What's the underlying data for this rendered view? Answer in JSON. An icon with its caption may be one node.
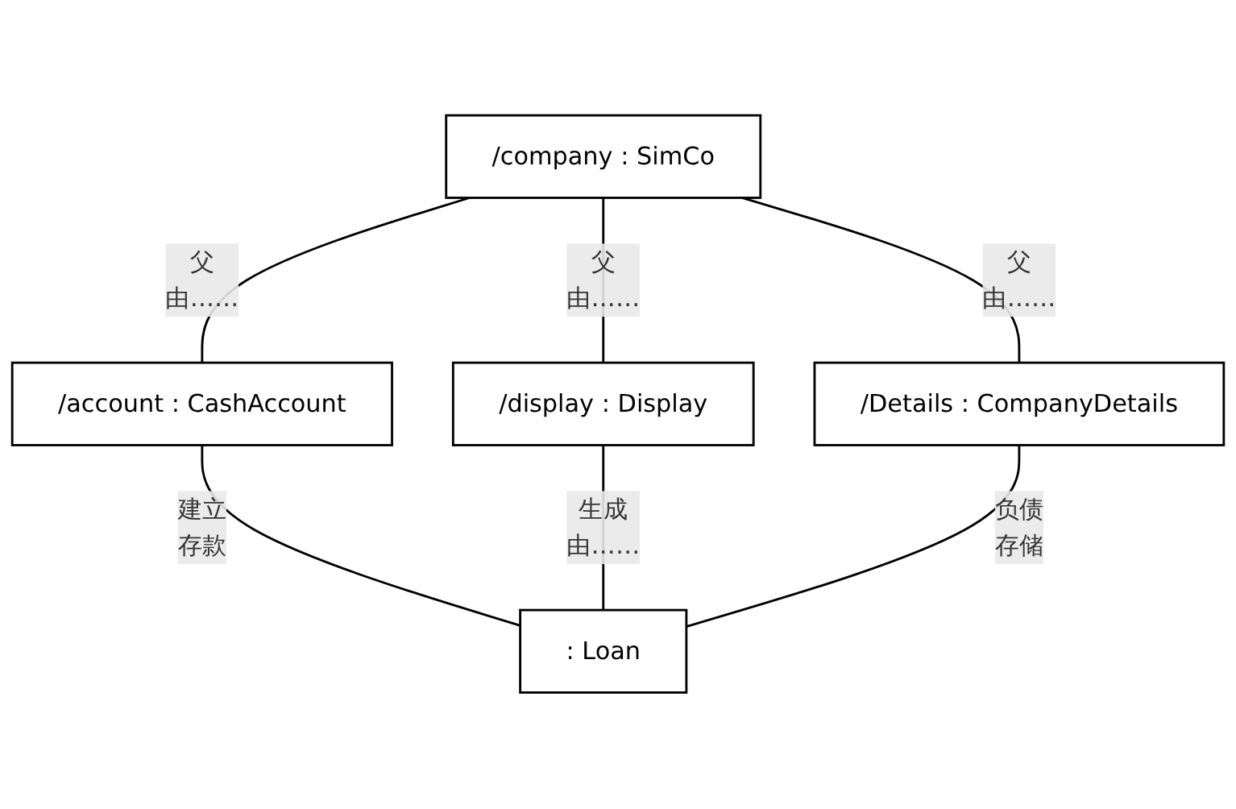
{
  "diagram": {
    "nodes": [
      {
        "text": [
          "/company : SimCo"
        ]
      },
      {
        "text": [
          "/account : CashAccount"
        ]
      },
      {
        "text": [
          "/display : Display"
        ]
      },
      {
        "text": [
          "/Details : CompanyDetails"
        ]
      },
      {
        "text": [
          ": Loan"
        ]
      }
    ],
    "edges": [
      {
        "from": 0,
        "to": 1,
        "arrow": "none"
      },
      {
        "from": 0,
        "to": 2,
        "arrow": "none"
      },
      {
        "from": 0,
        "to": 3,
        "arrow": "none"
      },
      {
        "from": 1,
        "to": 4,
        "arrow": "none"
      },
      {
        "from": 2,
        "to": 4,
        "arrow": "none"
      },
      {
        "from": 3,
        "to": 4,
        "arrow": "none"
      }
    ],
    "labels": [
      "父",
      "父",
      "父",
      "由……",
      "由……",
      "由……",
      "建立",
      "生成",
      "负债",
      "存款",
      "由……",
      "存储"
    ]
  }
}
